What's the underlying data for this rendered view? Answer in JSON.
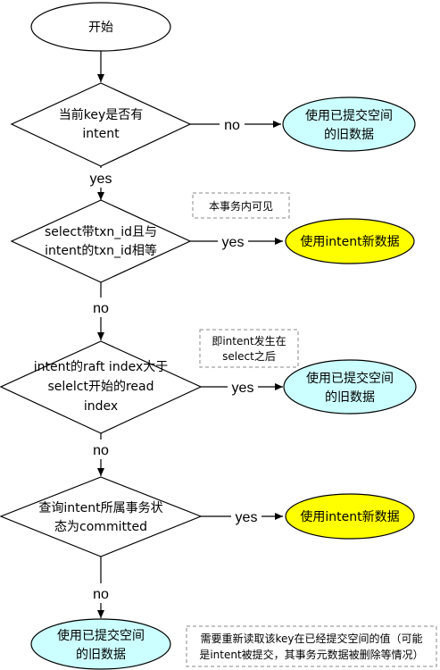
{
  "colors": {
    "line": "#000000",
    "old_data_fill": "#ccffff",
    "new_data_fill": "#ffff00",
    "note_border": "#888888",
    "background": "#ffffff"
  },
  "nodes": {
    "start": {
      "label": "开始"
    },
    "decision_has_intent": {
      "line1": "当前key是否有",
      "line2": "intent"
    },
    "result_old_1": {
      "line1": "使用已提交空间",
      "line2": "的旧数据"
    },
    "decision_txn_id": {
      "line1": "select带txn_id且与",
      "line2": "intent的txn_id相等"
    },
    "result_new_1": {
      "label": "使用intent新数据"
    },
    "decision_raft_index": {
      "line1": "intent的raft index大于",
      "line2": "selelct开始的read",
      "line3": "index"
    },
    "result_old_2": {
      "line1": "使用已提交空间",
      "line2": "的旧数据"
    },
    "decision_committed": {
      "line1": "查询intent所属事务状",
      "line2": "态为committed"
    },
    "result_new_2": {
      "label": "使用intent新数据"
    },
    "result_old_3": {
      "line1": "使用已提交空间",
      "line2": "的旧数据"
    }
  },
  "edges": {
    "no_1": "no",
    "yes_1": "yes",
    "yes_2": "yes",
    "no_2": "no",
    "yes_3": "yes",
    "no_3": "no",
    "yes_4": "yes",
    "no_4": "no"
  },
  "notes": {
    "visible_in_txn": "本事务内可见",
    "intent_after_select": {
      "line1": "即intent发生在",
      "line2": "select之后"
    },
    "reread_committed": {
      "line1": "需要重新读取该key在已经提交空间的值（可能",
      "line2": "是intent被提交，其事务元数据被删除等情况）"
    }
  }
}
